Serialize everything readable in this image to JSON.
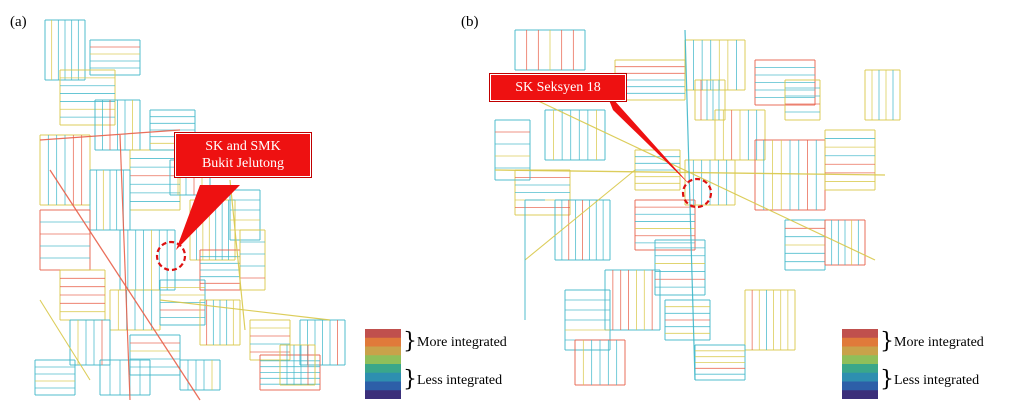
{
  "panels": [
    {
      "label": "(a)",
      "callout": [
        "SK and SMK",
        "Bukit Jelutong"
      ],
      "legend": {
        "more": "More integrated",
        "less": "Less integrated"
      }
    },
    {
      "label": "(b)",
      "callout": [
        "SK Seksyen 18"
      ],
      "legend": {
        "more": "More integrated",
        "less": "Less integrated"
      }
    }
  ],
  "colors": {
    "callout_fill": "#ee1111",
    "marker_circle": "#dd1111",
    "scale": [
      "#c0504d",
      "#e07a3a",
      "#c9a24a",
      "#8fbf5a",
      "#3aa78a",
      "#2e8fb0",
      "#2d5fa8",
      "#3b2f7a"
    ],
    "road_high": "#e8604a",
    "road_mid": "#d9c84a",
    "road_low": "#3fb7c9"
  }
}
